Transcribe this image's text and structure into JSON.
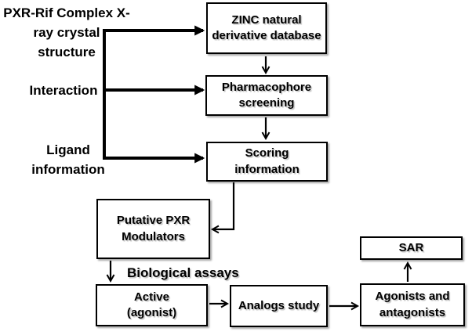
{
  "nodes": {
    "crystal_structure": "PXR-Rif Complex X-\nray crystal\nstructure",
    "interaction": "Interaction",
    "ligand_information": "Ligand\ninformation",
    "zinc_database": "ZINC natural\nderivative database",
    "pharmacophore_screening": "Pharmacophore\nscreening",
    "scoring_information": "Scoring\ninformation",
    "putative_modulators": "Putative PXR\nModulators",
    "active_agonist": "Active\n(agonist)",
    "analogs_study": "Analogs study",
    "agonists_antagonists": "Agonists and\nantagonists",
    "sar": "SAR"
  },
  "edge_labels": {
    "biological_assays": "Biological assays"
  },
  "colors": {
    "line": "#000000",
    "box_border": "#000000",
    "background": "#ffffff",
    "text": "#000000"
  }
}
